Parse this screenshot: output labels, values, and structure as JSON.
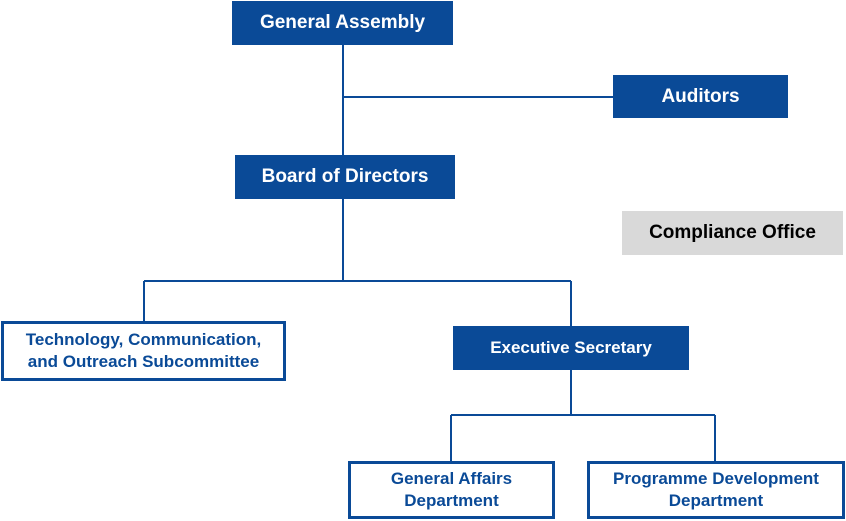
{
  "colors": {
    "primary_fill": "#0a4a97",
    "outline": "#0a4a97",
    "neutral_fill": "#d9d9d9",
    "connector": "#0a4a97"
  },
  "nodes": {
    "general_assembly": "General  Assembly",
    "auditors": "Auditors",
    "board_of_directors": "Board of Directors",
    "compliance_office": "Compliance Office",
    "tco_subcommittee": "Technology, Communication,\nand Outreach Subcommittee",
    "executive_secretary": "Executive Secretary",
    "general_affairs": "General Affairs\nDepartment",
    "programme_development": "Programme Development\nDepartment"
  }
}
